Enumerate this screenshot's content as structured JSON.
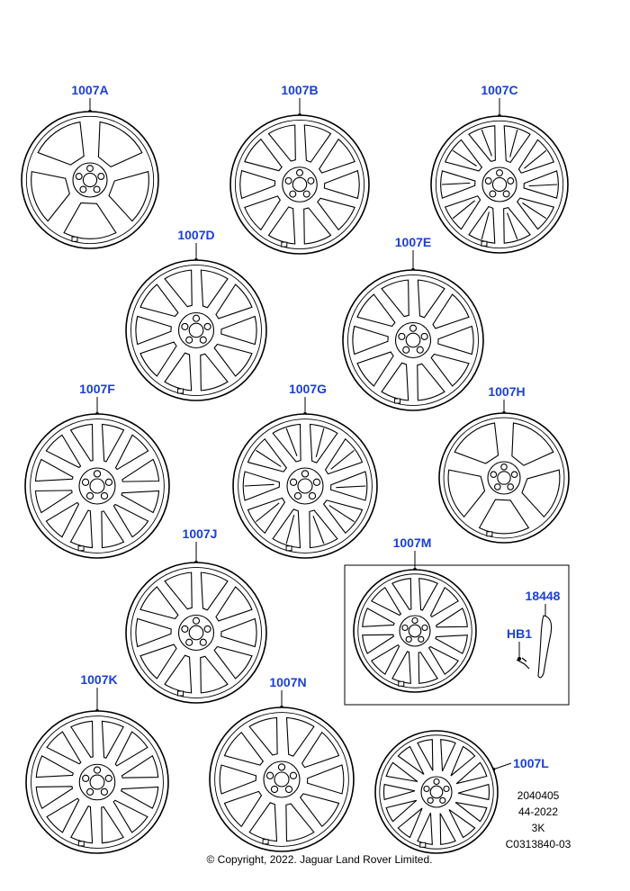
{
  "wheels": [
    {
      "label": "1007A",
      "spokes": 5,
      "style": "wide"
    },
    {
      "label": "1007B",
      "spokes": 10,
      "style": "split"
    },
    {
      "label": "1007C",
      "spokes": 10,
      "style": "twin"
    },
    {
      "label": "1007D",
      "spokes": 10,
      "style": "split"
    },
    {
      "label": "1007E",
      "spokes": 10,
      "style": "split"
    },
    {
      "label": "1007F",
      "spokes": 12,
      "style": "split"
    },
    {
      "label": "1007G",
      "spokes": 10,
      "style": "twin"
    },
    {
      "label": "1007H",
      "spokes": 5,
      "style": "wide"
    },
    {
      "label": "1007J",
      "spokes": 10,
      "style": "split"
    },
    {
      "label": "1007M",
      "spokes": 12,
      "style": "split"
    },
    {
      "label": "1007K",
      "spokes": 12,
      "style": "split"
    },
    {
      "label": "1007N",
      "spokes": 10,
      "style": "split"
    },
    {
      "label": "1007L",
      "spokes": 14,
      "style": "split"
    }
  ],
  "inset_parts": [
    {
      "label": "18448",
      "name": "wheel-weight"
    },
    {
      "label": "HB1",
      "name": "valve"
    }
  ],
  "meta": {
    "ref_number": "2040405",
    "date": "44-2022",
    "rev": "3K",
    "illustration_id": "C0313840-03"
  },
  "copyright": "© Copyright, 2022. Jaguar Land Rover Limited.",
  "colors": {
    "callout": "#1a3fd6",
    "line": "#000000"
  }
}
